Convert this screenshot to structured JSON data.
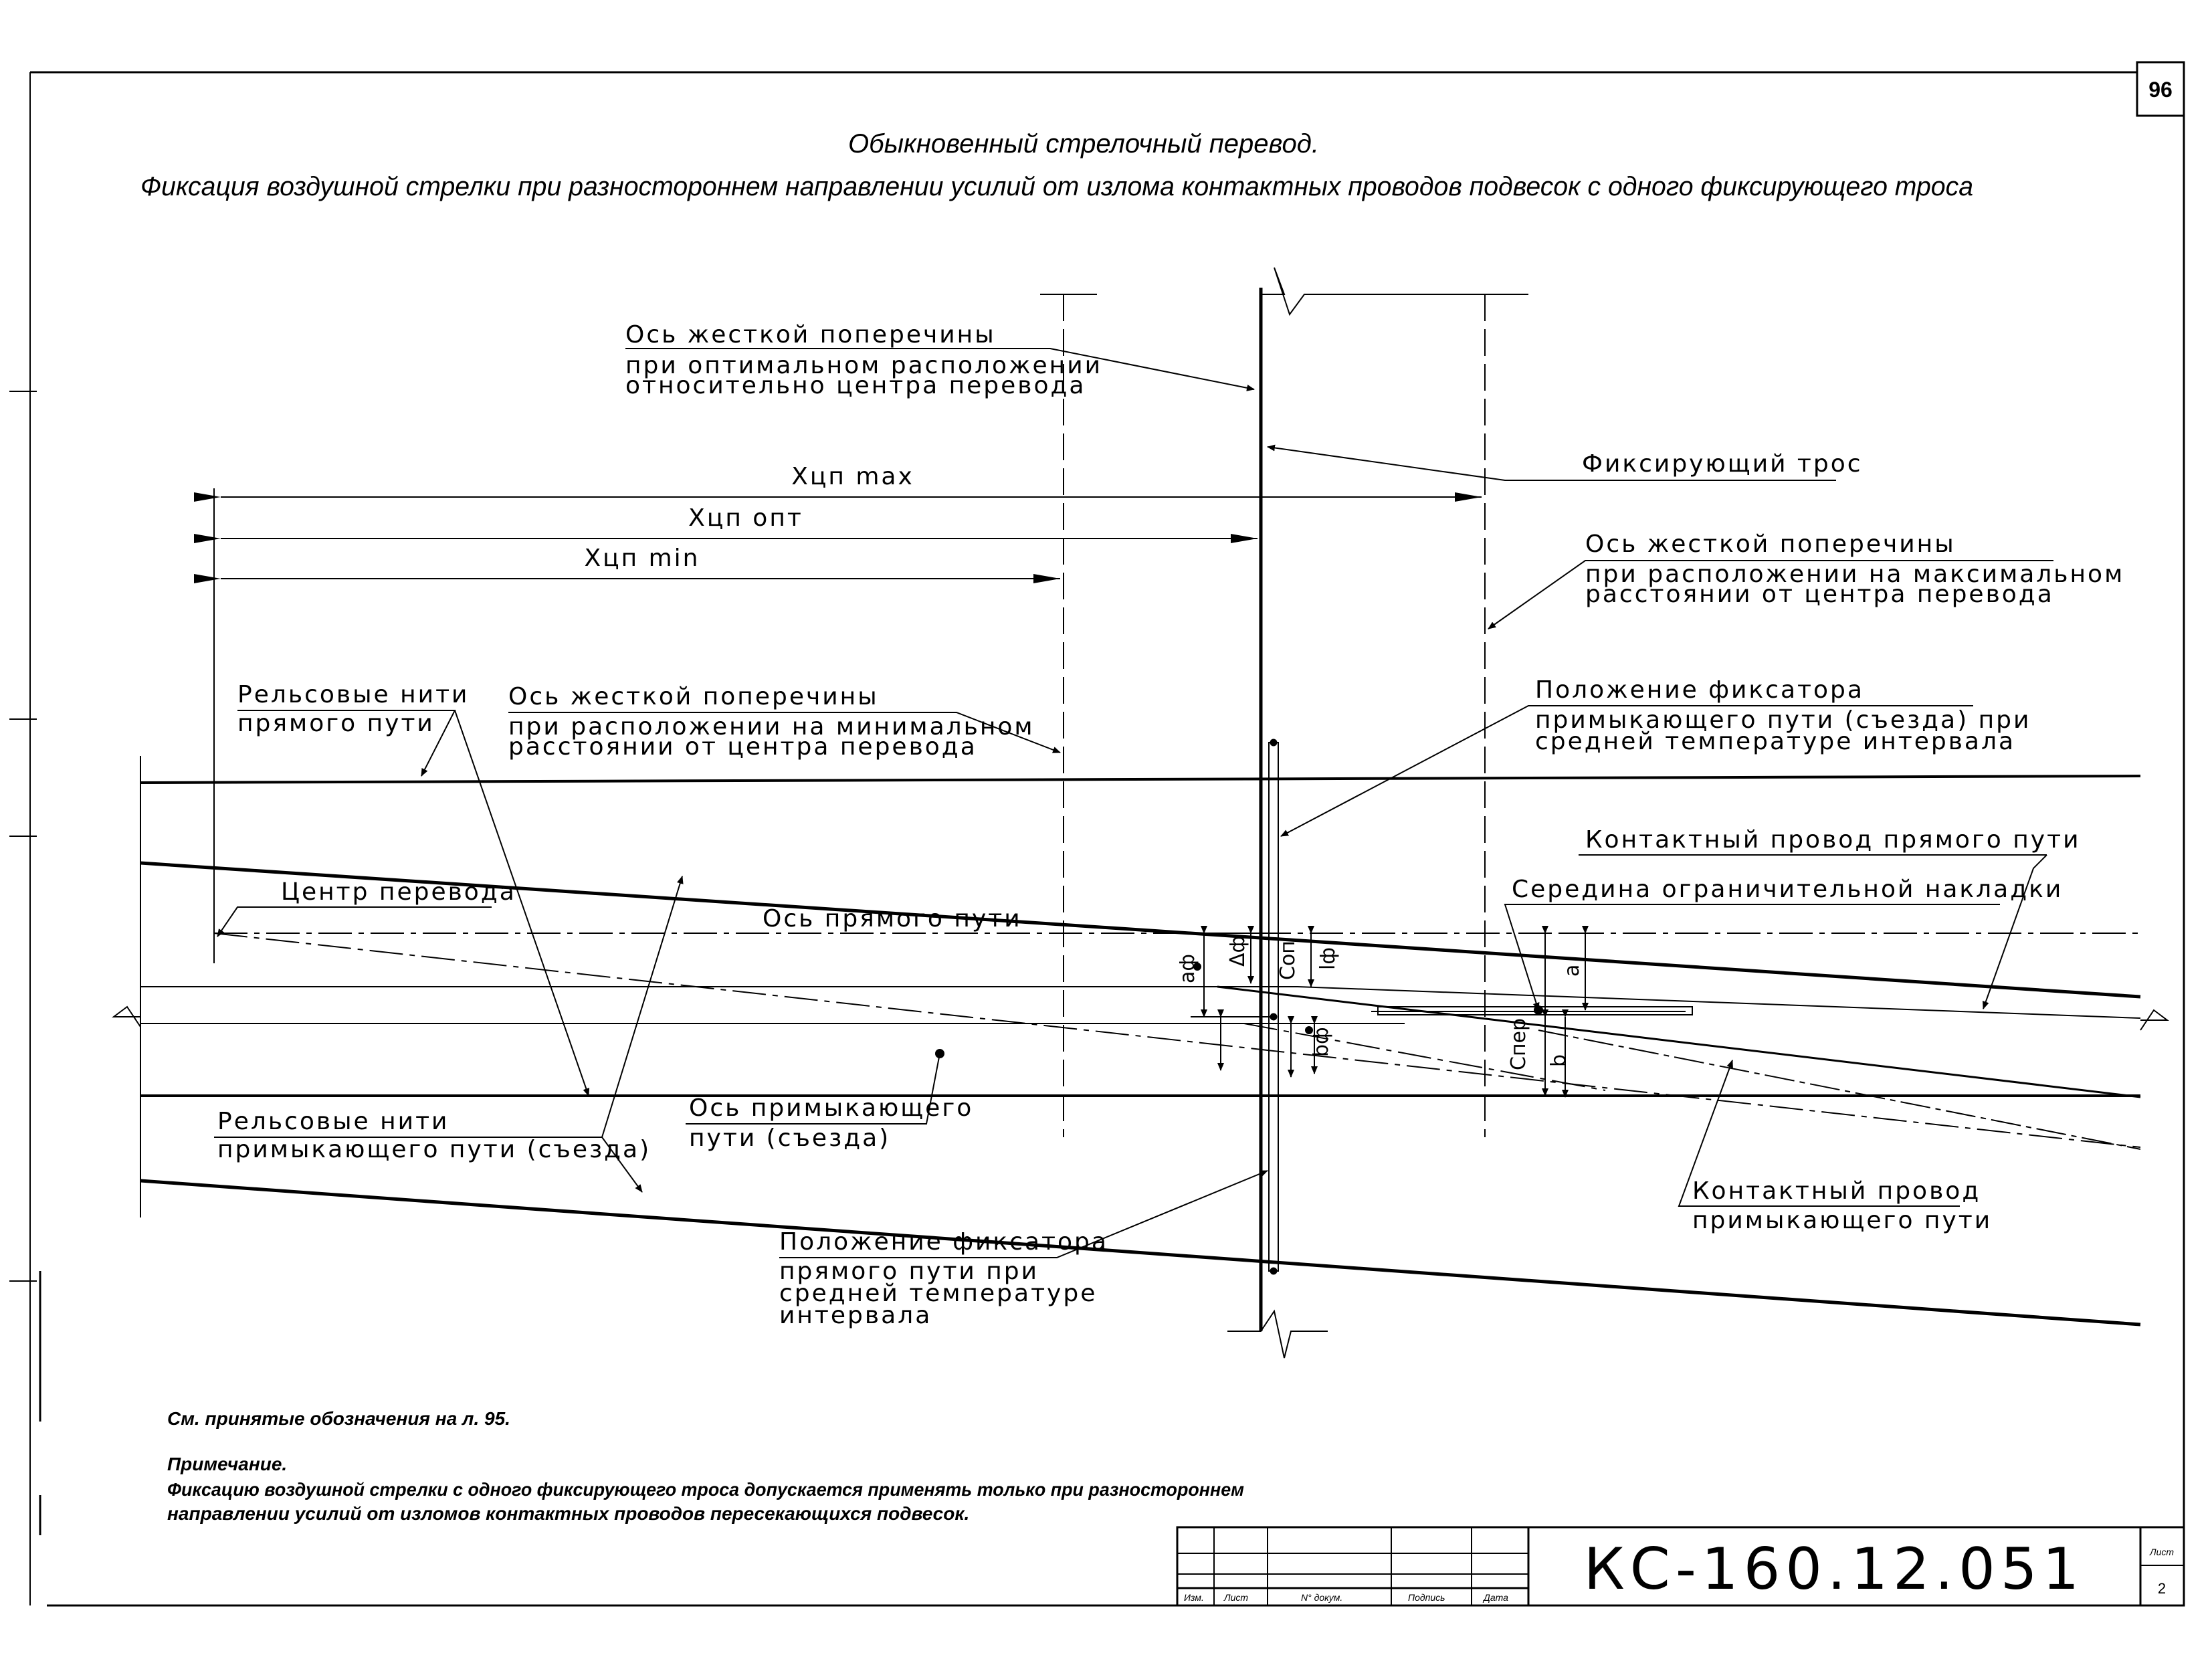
{
  "sheet_number": "96",
  "title": {
    "line1": "Обыкновенный стрелочный перевод.",
    "line2": "Фиксация воздушной стрелки при разностороннем направлении усилий от излома контактных проводов подвесок с одного фиксирующего троса"
  },
  "labels": {
    "axis_opt_head": "Ось жесткой поперечины",
    "axis_opt_l1": "при оптимальном расположении",
    "axis_opt_l2": "относительно центра перевода",
    "fix_cable": "Фиксирующий трос",
    "axis_max_head": "Ось жесткой поперечины",
    "axis_max_l1": "при расположении на максимальном",
    "axis_max_l2": "расстоянии от центра перевода",
    "xmax": "Хцп max",
    "xopt": "Хцп опт",
    "xmin": "Хцп min",
    "rails_main_head": "Рельсовые нити",
    "rails_main_l1": "прямого пути",
    "axis_min_head": "Ось жесткой поперечины",
    "axis_min_l1": "при расположении на минимальном",
    "axis_min_l2": "расстоянии от центра перевода",
    "fixator_adj_head": "Положение фиксатора",
    "fixator_adj_l1": "примыкающего пути (съезда) при",
    "fixator_adj_l2": "средней температуре интервала",
    "contact_main": "Контактный провод прямого пути",
    "center": "Центр перевода",
    "main_axis": "Ось прямого пути",
    "mid_plate": "Середина ограничительной накладки",
    "rails_adj_head": "Рельсовые нити",
    "rails_adj_l1": "примыкающего пути (съезда)",
    "adj_axis_head": "Ось примыкающего",
    "adj_axis_l1": "пути (съезда)",
    "contact_adj_head": "Контактный провод",
    "contact_adj_l1": "примыкающего пути",
    "fixator_main_head": "Положение фиксатора",
    "fixator_main_l1": "прямого пути при",
    "fixator_main_l2": "средней температуре",
    "fixator_main_l3": "интервала"
  },
  "dimension_symbols": {
    "delta_f": "Δф",
    "c_op": "Соп",
    "c_per": "Спер",
    "a": "а",
    "b": "b",
    "a_f": "аф",
    "b_f": "bф",
    "l_f": "lф"
  },
  "notes": {
    "see": "См. принятые обозначения на л. 95.",
    "remark_head": "Примечание.",
    "remark_l1": "Фиксацию воздушной стрелки с одного фиксирующего троса допускается применять только при разностороннем",
    "remark_l2": "направлении усилий от изломов контактных проводов пересекающихся подвесок."
  },
  "stamp": {
    "col_izm": "Изм.",
    "col_list": "Лист",
    "col_doc": "N° докум.",
    "col_sign": "Подпись",
    "col_date": "Дата",
    "doc_code": "КС-160.12.051",
    "list_label": "Лист",
    "list_value": "2"
  }
}
